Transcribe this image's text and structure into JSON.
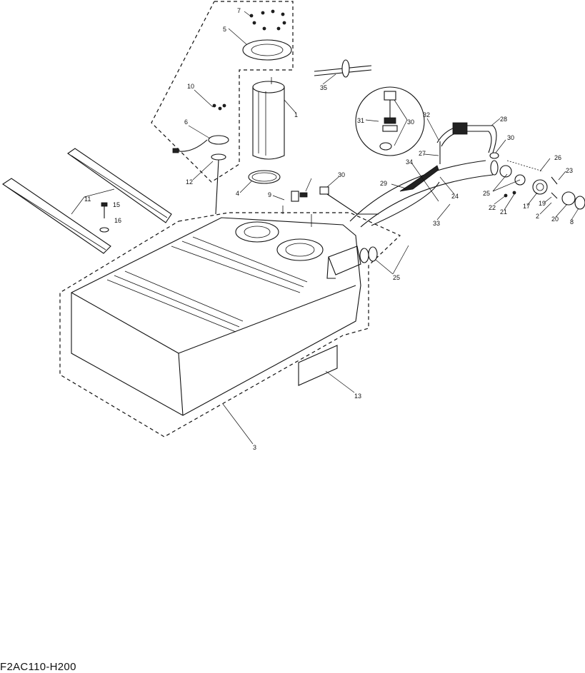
{
  "drawing_code": "F2AC110-H200",
  "callouts": [
    {
      "id": "c7",
      "text": "7"
    },
    {
      "id": "c5",
      "text": "5"
    },
    {
      "id": "c1",
      "text": "1"
    },
    {
      "id": "c10",
      "text": "10"
    },
    {
      "id": "c6",
      "text": "6"
    },
    {
      "id": "c12",
      "text": "12"
    },
    {
      "id": "c4",
      "text": "4"
    },
    {
      "id": "c11",
      "text": "11"
    },
    {
      "id": "c15",
      "text": "15"
    },
    {
      "id": "c16",
      "text": "16"
    },
    {
      "id": "c9",
      "text": "9"
    },
    {
      "id": "c30a",
      "text": "30"
    },
    {
      "id": "c35",
      "text": "35"
    },
    {
      "id": "c31",
      "text": "31"
    },
    {
      "id": "c30b",
      "text": "30"
    },
    {
      "id": "c32",
      "text": "32"
    },
    {
      "id": "c28",
      "text": "28"
    },
    {
      "id": "c30c",
      "text": "30"
    },
    {
      "id": "c27",
      "text": "27"
    },
    {
      "id": "c34",
      "text": "34"
    },
    {
      "id": "c29",
      "text": "29"
    },
    {
      "id": "c24",
      "text": "24"
    },
    {
      "id": "c33",
      "text": "33"
    },
    {
      "id": "c26",
      "text": "26"
    },
    {
      "id": "c23",
      "text": "23"
    },
    {
      "id": "c25a",
      "text": "25"
    },
    {
      "id": "c22",
      "text": "22"
    },
    {
      "id": "c21",
      "text": "21"
    },
    {
      "id": "c17",
      "text": "17"
    },
    {
      "id": "c19",
      "text": "19"
    },
    {
      "id": "c2",
      "text": "2"
    },
    {
      "id": "c20",
      "text": "20"
    },
    {
      "id": "c8",
      "text": "8"
    },
    {
      "id": "c25b",
      "text": "25"
    },
    {
      "id": "c13",
      "text": "13"
    },
    {
      "id": "c3",
      "text": "3"
    }
  ]
}
